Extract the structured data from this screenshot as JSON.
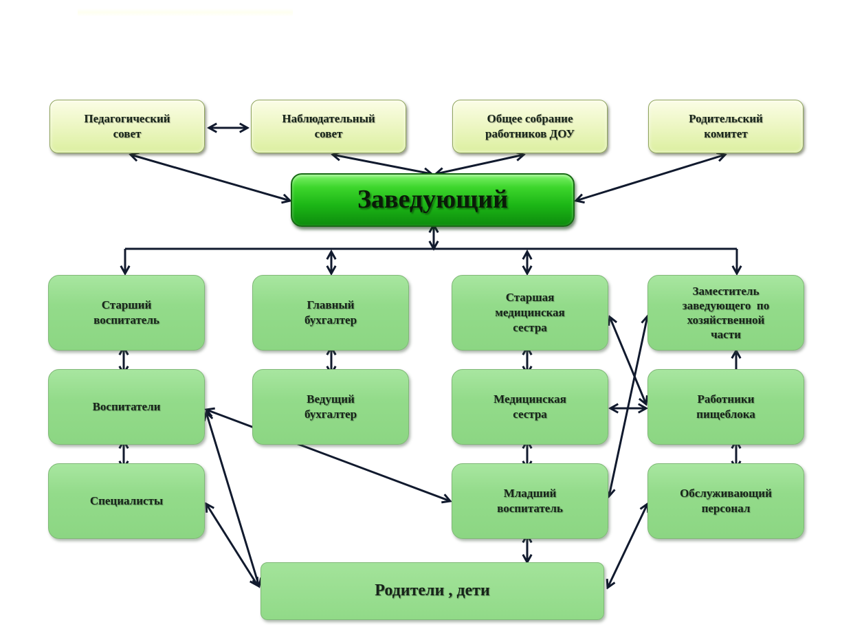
{
  "diagram": {
    "title": "",
    "councils": [
      {
        "id": "pedsovet",
        "label": "Педагогический совет",
        "lines": [
          "Педагогический",
          "совет"
        ]
      },
      {
        "id": "nabsovet",
        "label": "Наблюдательный совет",
        "lines": [
          "Наблюдательный",
          "совет"
        ]
      },
      {
        "id": "obshee",
        "label": "Общее собрание работников ДОУ",
        "lines": [
          "Общее собрание",
          "работников ДОУ"
        ]
      },
      {
        "id": "rodkom",
        "label": "Родительский комитет",
        "lines": [
          "Родительский",
          "комитет"
        ]
      }
    ],
    "head": {
      "id": "zav",
      "label": "Заведующий"
    },
    "staff": [
      {
        "id": "st_vosp",
        "lines": [
          "Старший",
          "воспитатель"
        ]
      },
      {
        "id": "gl_buh",
        "lines": [
          "Главный",
          "бухгалтер"
        ]
      },
      {
        "id": "st_med",
        "lines": [
          "Старшая",
          "медицинская",
          "сестра"
        ]
      },
      {
        "id": "zam_hoz",
        "lines": [
          "Заместитель",
          "заведующего  по",
          "хозяйственной",
          "части"
        ]
      },
      {
        "id": "vosp",
        "lines": [
          "Воспитатели"
        ]
      },
      {
        "id": "ved_buh",
        "lines": [
          "Ведущий",
          "бухгалтер"
        ]
      },
      {
        "id": "med",
        "lines": [
          "Медицинская",
          "сестра"
        ]
      },
      {
        "id": "pisheblok",
        "lines": [
          "Работники",
          "пищеблока"
        ]
      },
      {
        "id": "spec",
        "lines": [
          "Специалисты"
        ]
      },
      {
        "id": "ml_vosp",
        "lines": [
          "Младший",
          "воспитатель"
        ]
      },
      {
        "id": "obsl",
        "lines": [
          "Обслуживающий",
          "персонал"
        ]
      }
    ],
    "parents": {
      "id": "rod_deti",
      "label": "Родители , дети"
    },
    "connections": [
      {
        "from": "pedsovet",
        "to": "nabsovet",
        "type": "bidirectional"
      },
      {
        "from": "pedsovet",
        "to": "zav",
        "type": "bidirectional"
      },
      {
        "from": "nabsovet",
        "to": "zav",
        "type": "bidirectional"
      },
      {
        "from": "obshee",
        "to": "zav",
        "type": "bidirectional"
      },
      {
        "from": "rodkom",
        "to": "zav",
        "type": "bidirectional"
      },
      {
        "from": "zav",
        "to": "bus",
        "type": "bidirectional"
      },
      {
        "from": "bus",
        "to": "st_vosp",
        "type": "bidirectional"
      },
      {
        "from": "bus",
        "to": "gl_buh",
        "type": "bidirectional"
      },
      {
        "from": "bus",
        "to": "st_med",
        "type": "bidirectional"
      },
      {
        "from": "bus",
        "to": "zam_hoz",
        "type": "bidirectional"
      },
      {
        "from": "st_vosp",
        "to": "vosp",
        "type": "bidirectional"
      },
      {
        "from": "vosp",
        "to": "spec",
        "type": "bidirectional"
      },
      {
        "from": "gl_buh",
        "to": "ved_buh",
        "type": "bidirectional"
      },
      {
        "from": "st_med",
        "to": "med",
        "type": "bidirectional"
      },
      {
        "from": "med",
        "to": "ml_vosp",
        "type": "bidirectional"
      },
      {
        "from": "zam_hoz",
        "to": "pisheblok",
        "type": "bidirectional"
      },
      {
        "from": "pisheblok",
        "to": "obsl",
        "type": "bidirectional"
      },
      {
        "from": "med",
        "to": "pisheblok",
        "type": "bidirectional"
      },
      {
        "from": "st_med",
        "to": "pisheblok",
        "type": "bidirectional"
      },
      {
        "from": "zam_hoz",
        "to": "ml_vosp",
        "type": "bidirectional"
      },
      {
        "from": "vosp",
        "to": "ml_vosp",
        "type": "bidirectional"
      },
      {
        "from": "vosp",
        "to": "rod_deti",
        "type": "bidirectional"
      },
      {
        "from": "spec",
        "to": "rod_deti",
        "type": "bidirectional"
      },
      {
        "from": "ml_vosp",
        "to": "rod_deti",
        "type": "bidirectional"
      },
      {
        "from": "obsl",
        "to": "rod_deti",
        "type": "bidirectional"
      }
    ]
  }
}
